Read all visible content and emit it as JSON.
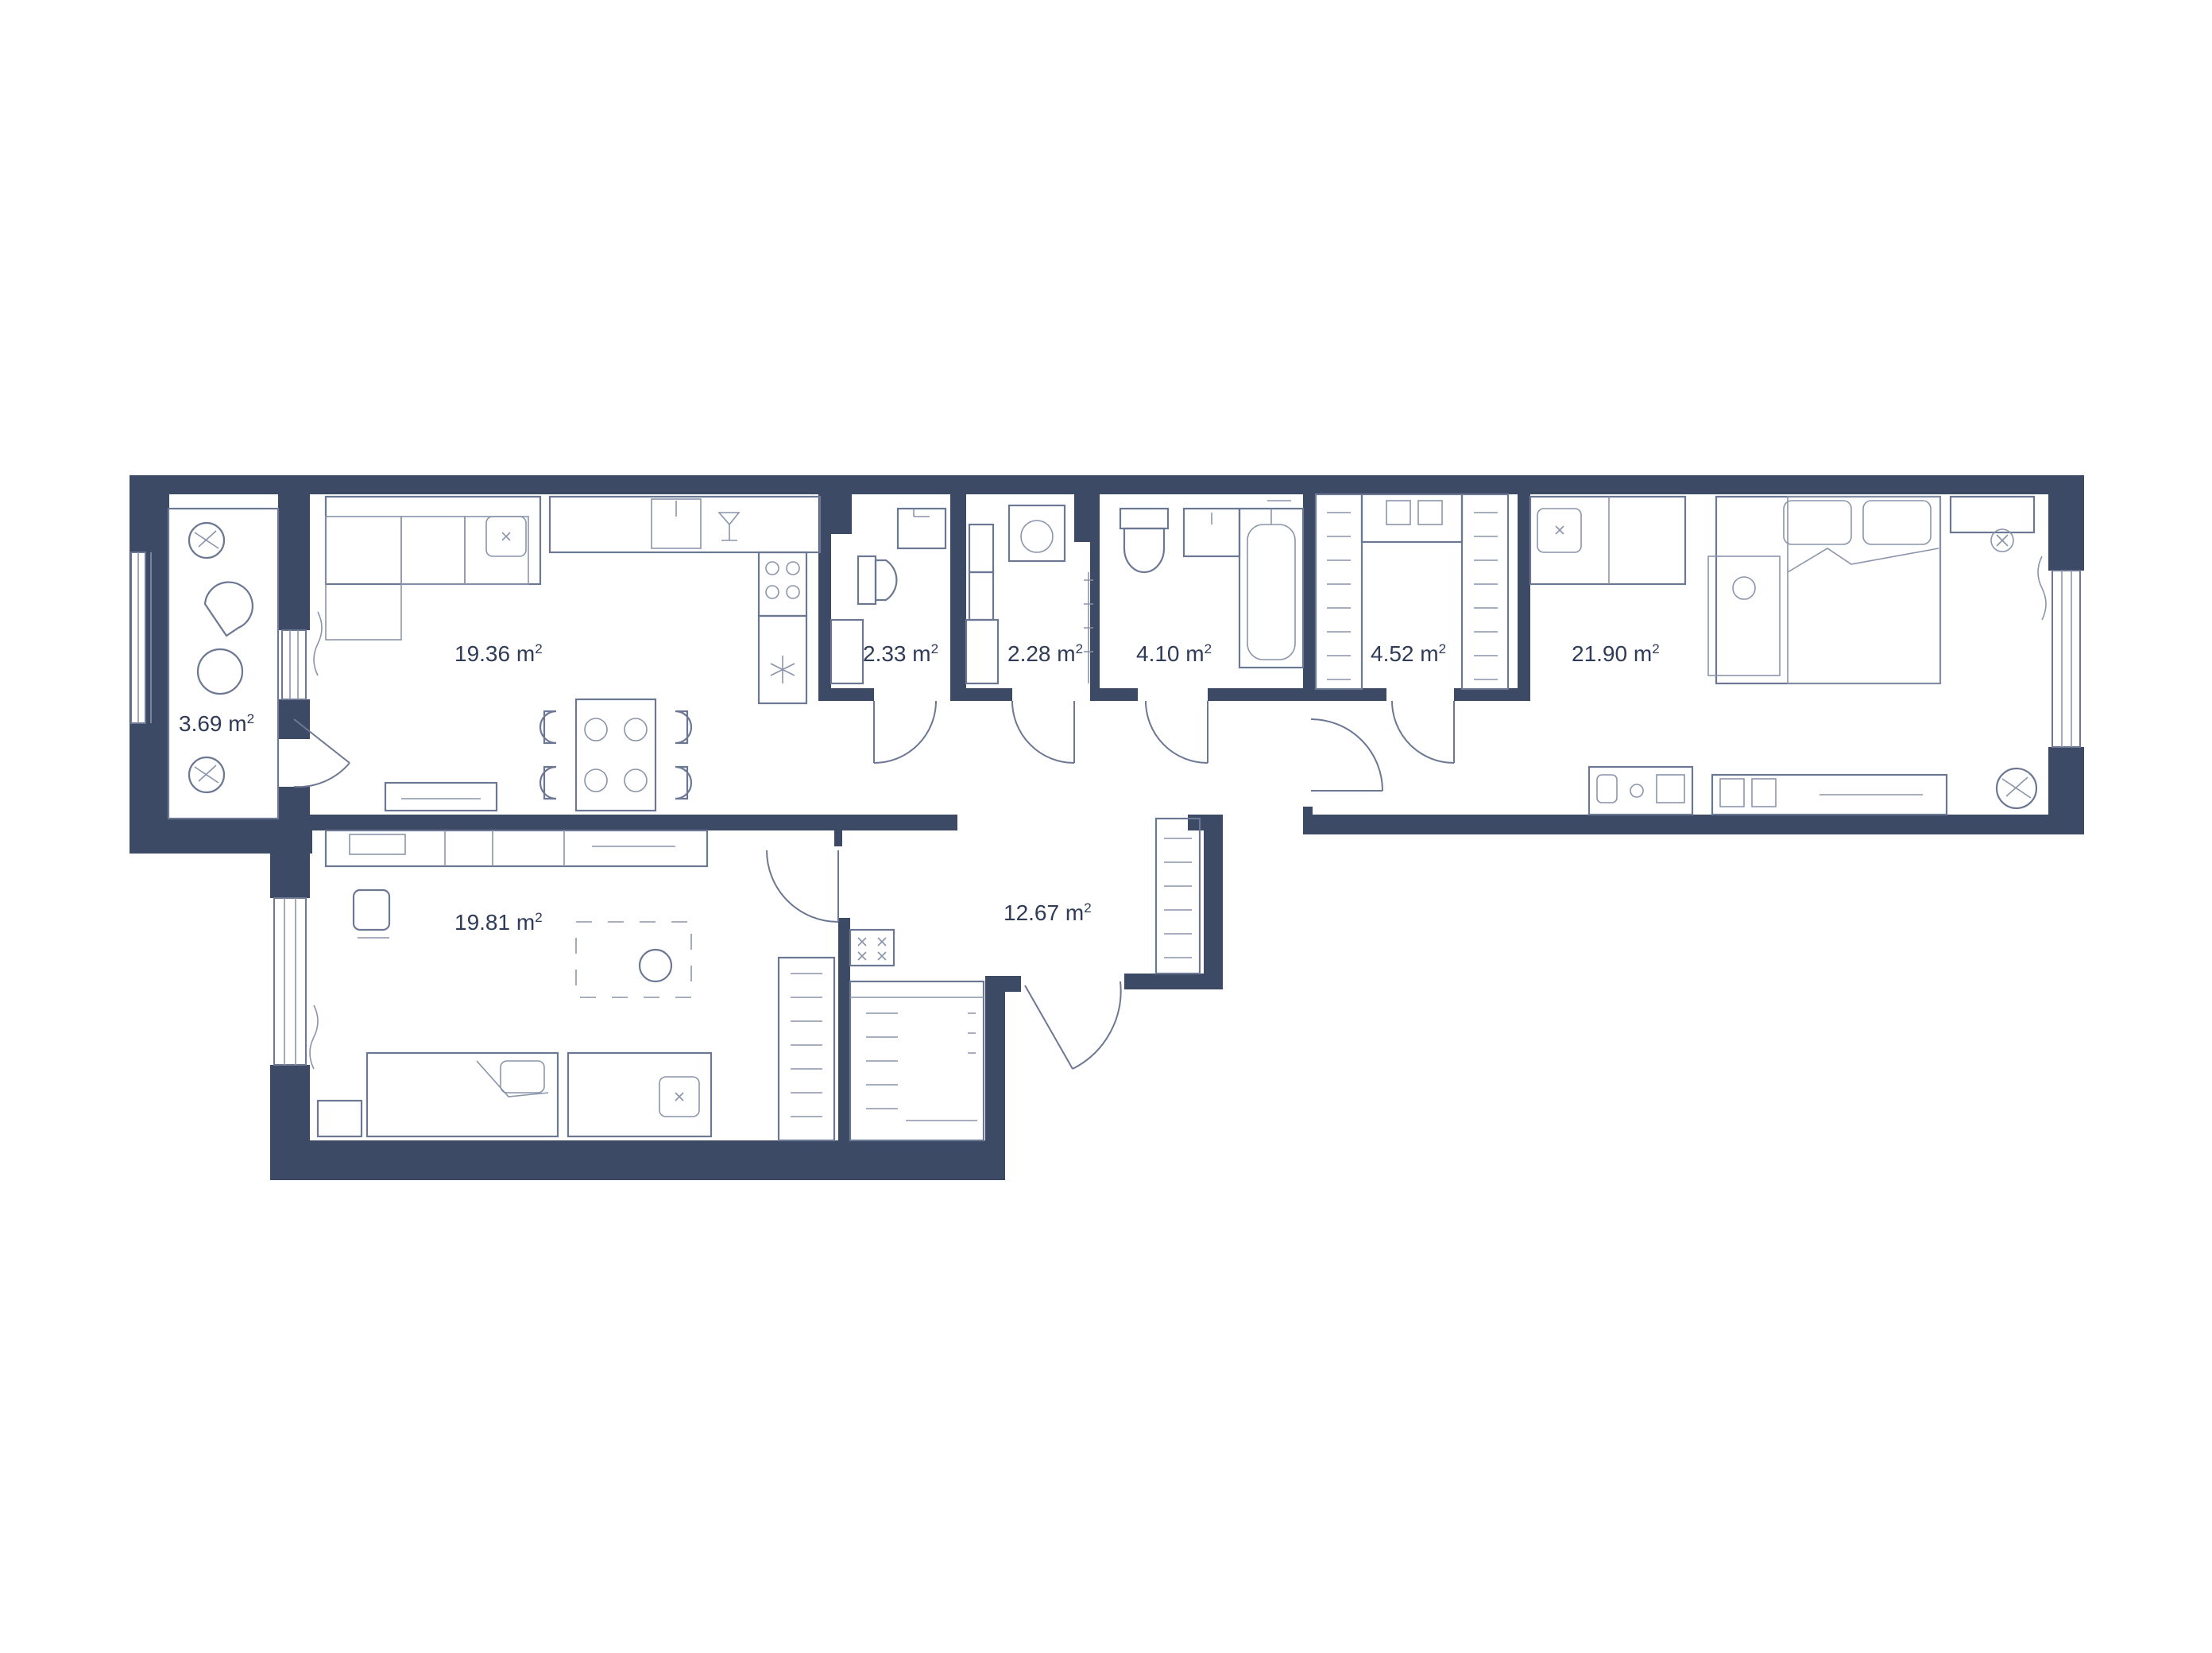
{
  "rooms": [
    {
      "id": "balcony",
      "area": "3.69",
      "unit": "m",
      "sup": "2"
    },
    {
      "id": "kitchen_living",
      "area": "19.36",
      "unit": "m",
      "sup": "2"
    },
    {
      "id": "toilet",
      "area": "2.33",
      "unit": "m",
      "sup": "2"
    },
    {
      "id": "laundry",
      "area": "2.28",
      "unit": "m",
      "sup": "2"
    },
    {
      "id": "bathroom",
      "area": "4.10",
      "unit": "m",
      "sup": "2"
    },
    {
      "id": "wardrobe",
      "area": "4.52",
      "unit": "m",
      "sup": "2"
    },
    {
      "id": "bedroom",
      "area": "21.90",
      "unit": "m",
      "sup": "2"
    },
    {
      "id": "bedroom_2",
      "area": "19.81",
      "unit": "m",
      "sup": "2"
    },
    {
      "id": "hall",
      "area": "12.67",
      "unit": "m",
      "sup": "2"
    }
  ],
  "colors": {
    "wall": "#3d4a66",
    "furniture": "#6c7893",
    "label": "#2f3b57"
  }
}
